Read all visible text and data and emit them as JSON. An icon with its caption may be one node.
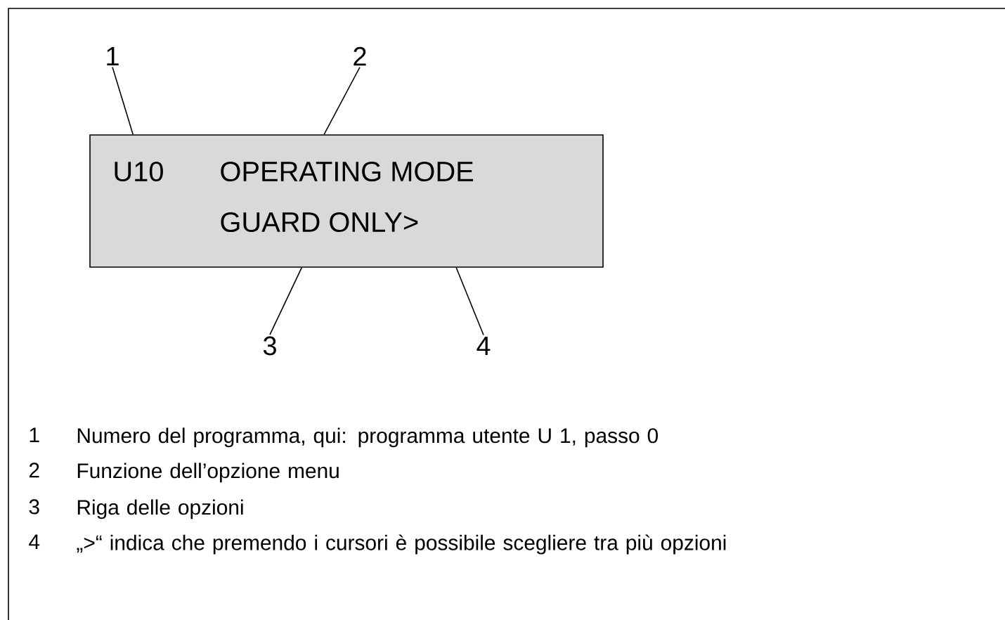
{
  "diagram": {
    "nodes": [
      {
        "text": [
          "1"
        ]
      },
      {
        "text": [
          "2"
        ]
      },
      {
        "text": [
          "U10",
          "OPERATING MODE",
          "GUARD ONLY>"
        ]
      },
      {
        "text": [
          "3"
        ]
      },
      {
        "text": [
          "4"
        ]
      }
    ],
    "edges": [
      {
        "from": 0,
        "to": 2,
        "arrow": "none"
      },
      {
        "from": 1,
        "to": 2,
        "arrow": "none"
      },
      {
        "from": 3,
        "to": 2,
        "arrow": "none"
      },
      {
        "from": 4,
        "to": 2,
        "arrow": "none"
      }
    ],
    "labels": [
      "1",
      "Numero del programma, qui: programma utente U 1, passo 0",
      "2",
      "Funzione dell’opzione menu",
      "3",
      "Riga delle opzioni",
      "4",
      "„>“ indica che premendo i cursori è possibile scegliere tra più opzioni"
    ]
  }
}
